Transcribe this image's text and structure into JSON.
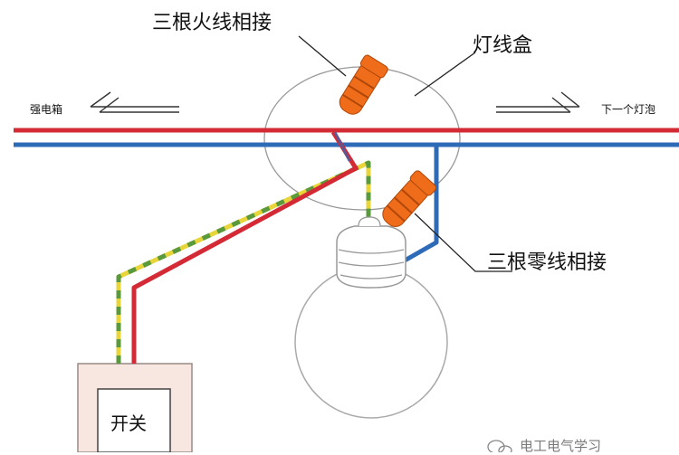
{
  "labels": {
    "hot_join": "三根火线相接",
    "lamp_box": "灯线盒",
    "neutral_join": "三根零线相接",
    "from_panel": "强电箱",
    "next_bulb": "下一个灯泡",
    "switch": "开关",
    "watermark": "电工电气学习"
  },
  "colors": {
    "live_wire": "#d42a36",
    "neutral_wire": "#2d6ab8",
    "ground_yellow": "#e8d53a",
    "ground_green": "#5a9a3c",
    "connector": "#ef6c1a",
    "switch_box": "#f8e6e0",
    "outline": "#888888"
  },
  "icons": {
    "connector": "wire-nut-icon",
    "bulb": "light-bulb-icon",
    "watermark": "wechat-icon"
  }
}
